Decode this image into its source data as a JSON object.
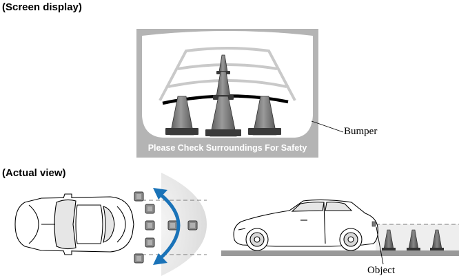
{
  "headings": {
    "screen_display": "(Screen display)",
    "actual_view": "(Actual view)"
  },
  "screen": {
    "warning_text": "Please Check Surroundings For Safety"
  },
  "callouts": {
    "bumper": "Bumper",
    "object": "Object"
  },
  "colors": {
    "screen_frame": "#b4b4b4",
    "screen_view": "#ffffff",
    "cone_fill": "#7a7a7a",
    "arrow": "#1a73b8",
    "sensor_zone": "#e8e8e8",
    "ground": "#999999"
  },
  "icons": {
    "cone": "traffic-cone",
    "sensor": "square-sensor",
    "car_top": "car-top-view",
    "car_side": "car-side-view",
    "sweep_arrow": "double-headed-curved-arrow"
  }
}
